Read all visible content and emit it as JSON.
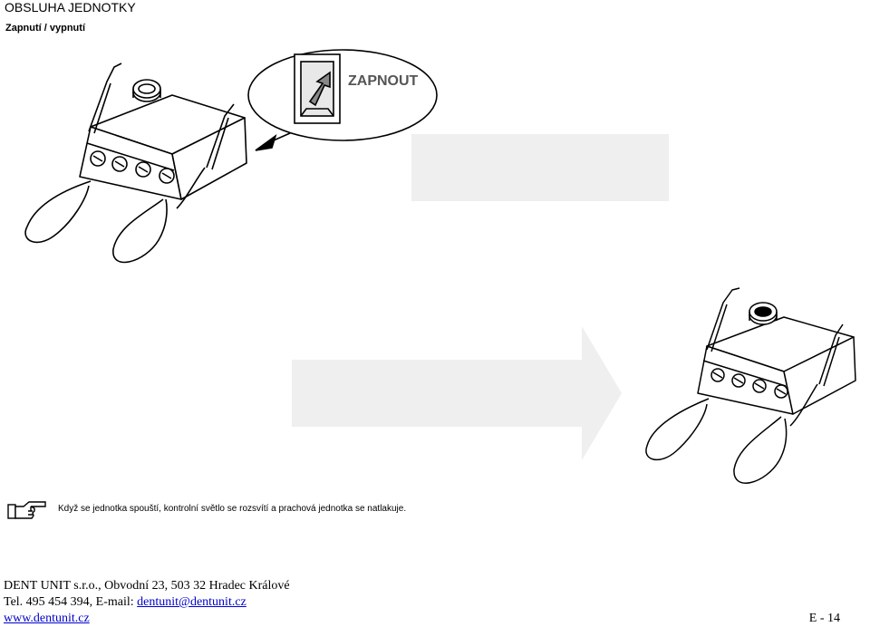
{
  "header": {
    "title": "OBSLUHA JEDNOTKY",
    "subtitle": "Zapnutí / vypnutí"
  },
  "figure": {
    "switch_label": "ZAPNOUT"
  },
  "note": {
    "icon": "pointing-hand-icon",
    "text": "Když se jednotka spouští, kontrolní světlo se rozsvítí a prachová jednotka se natlakuje."
  },
  "footer": {
    "line1": "DENT UNIT s.r.o., Obvodní 23, 503 32 Hradec Králové",
    "line2_prefix": "Tel. 495 454 394, E-mail: ",
    "email": "dentunit@dentunit.cz",
    "website": "www.dentunit.cz",
    "page_number": "E - 14"
  },
  "colors": {
    "arrow_fill": "#efefef",
    "link": "#0000cc"
  }
}
